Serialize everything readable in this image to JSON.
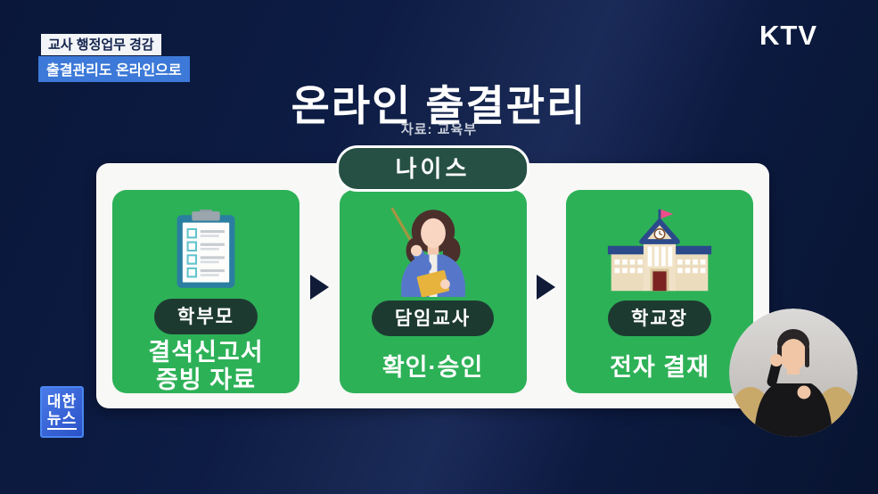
{
  "header": {
    "tag_primary": "교사 행정업무 경감",
    "tag_secondary": "출결관리도 온라인으로",
    "channel": "KTV"
  },
  "title": {
    "text": "온라인 출결관리",
    "source": "자료: 교육부"
  },
  "diagram": {
    "system_label": "나이스",
    "steps": [
      {
        "role": "학부모",
        "line1": "결석신고서",
        "line2": "증빙 자료",
        "icon": "clipboard-checklist-icon"
      },
      {
        "role": "담임교사",
        "line1": "확인·승인",
        "line2": "",
        "icon": "teacher-icon"
      },
      {
        "role": "학교장",
        "line1": "전자 결재",
        "line2": "",
        "icon": "school-building-icon"
      }
    ]
  },
  "footer": {
    "logo_line1": "대한",
    "logo_line2": "뉴스"
  },
  "overlay": {
    "sign_language_interpreter": "sign-language-interpreter"
  },
  "colors": {
    "background": "#0d1c44",
    "card_green": "#2db157",
    "panel_white": "#f8f8f6",
    "system_pill_green": "#265043",
    "role_badge_green": "#1d3a31",
    "tag_blue": "#3c79d8",
    "arrow_navy": "#101b38",
    "logo_blue": "#2f5fd8",
    "flag_pink": "#ee4d8b",
    "roof_navy": "#2b4a8b",
    "clipboard_teal": "#2a7fa0",
    "jacket_blue": "#5677c9",
    "folder_yellow": "#e7b33c"
  }
}
